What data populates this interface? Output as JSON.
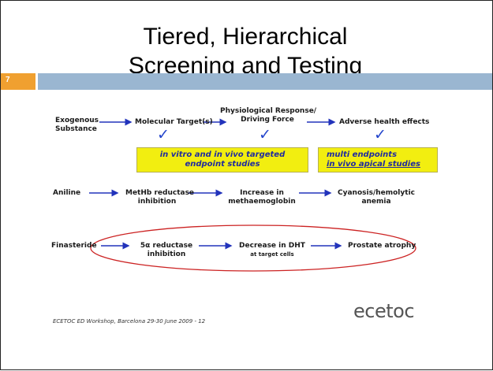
{
  "slide": {
    "title_line1": "Tiered, Hierarchical",
    "title_line2": "Screening and Testing",
    "slide_number": "7",
    "accent_color": "#f0a030",
    "bar_color": "#9ab6d1"
  },
  "diagram": {
    "header": {
      "exogenous": "Exogenous\nSubstance",
      "molecular": "Molecular Target(s)",
      "physiological": "Physiological Response/\nDriving Force",
      "adverse": "Adverse health effects"
    },
    "boxes": {
      "in_vitro_line1": "in vitro and in vivo targeted",
      "in_vitro_line2": "endpoint studies",
      "multi_line1": "multi endpoints",
      "multi_line2": "in vivo apical studies"
    },
    "aniline": {
      "name": "Aniline",
      "step1": "MetHb reductase\ninhibition",
      "step2": "Increase in\nmethaemoglobin",
      "step3": "Cyanosis/hemolytic\nanemia"
    },
    "finasteride": {
      "name": "Finasteride",
      "step1": "5α reductase\ninhibition",
      "step2_line1": "Decrease in DHT",
      "step2_line2": "at target cells",
      "step3": "Prostate atrophy"
    },
    "check_symbol": "✓"
  },
  "footer": {
    "text": "ECETOC ED Workshop, Barcelona 29-30 June 2009 - 12",
    "logo": "ecetoc"
  }
}
